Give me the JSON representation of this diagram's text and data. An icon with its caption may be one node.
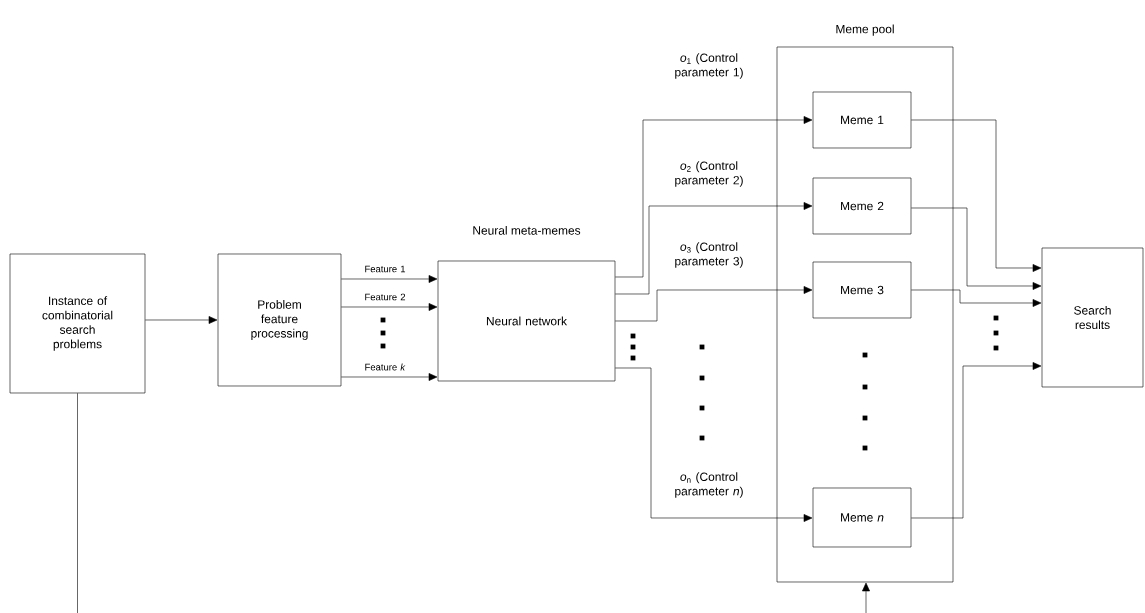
{
  "diagram": {
    "nodes": [
      {
        "text": [
          "Instance of combinatorial search problems"
        ]
      },
      {
        "text": [
          "Problem feature processing"
        ]
      },
      {
        "text": [
          "Neural meta-memes",
          "Neural network"
        ]
      },
      {
        "text": [
          "Meme pool"
        ]
      },
      {
        "text": [
          "Meme 1"
        ],
        "in": 3
      },
      {
        "text": [
          "Meme 2"
        ],
        "in": 3
      },
      {
        "text": [
          "Meme 3"
        ],
        "in": 3
      },
      {
        "text": [
          "Meme *n*"
        ],
        "in": 3
      },
      {
        "text": [
          "Search results"
        ]
      }
    ],
    "edges": [
      {
        "from": 0,
        "to": 1,
        "arrow": "to"
      },
      {
        "from": 1,
        "to": 2,
        "arrow": "to",
        "label": "Feature 1"
      },
      {
        "from": 1,
        "to": 2,
        "arrow": "to",
        "label": "Feature 2"
      },
      {
        "from": 1,
        "to": 2,
        "arrow": "to",
        "label": "Feature *k*"
      },
      {
        "from": 2,
        "to": 4,
        "arrow": "to",
        "label": "*o*$_{1}$ (Control parameter 1)"
      },
      {
        "from": 2,
        "to": 5,
        "arrow": "to",
        "label": "*o*$_{2}$ (Control parameter 2)"
      },
      {
        "from": 2,
        "to": 6,
        "arrow": "to",
        "label": "*o*$_{3}$ (Control parameter 3)"
      },
      {
        "from": 2,
        "to": 7,
        "arrow": "to",
        "label": "*o*$_{n}$ (Control parameter *n*)"
      },
      {
        "from": 4,
        "to": 8,
        "arrow": "to"
      },
      {
        "from": 5,
        "to": 8,
        "arrow": "to"
      },
      {
        "from": 6,
        "to": 8,
        "arrow": "to"
      },
      {
        "from": 7,
        "to": 8,
        "arrow": "to"
      },
      {
        "from": 0,
        "to": null,
        "arrow": "none"
      },
      {
        "from": null,
        "to": 3,
        "arrow": "to"
      }
    ]
  }
}
